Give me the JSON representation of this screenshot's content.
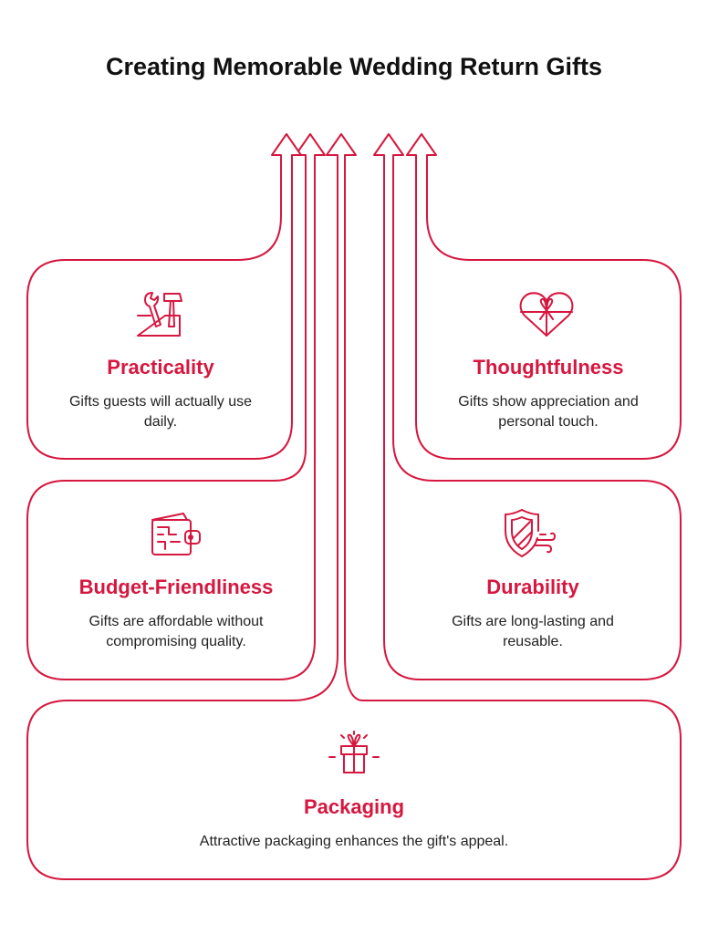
{
  "title": "Creating Memorable Wedding Return Gifts",
  "colors": {
    "accent": "#d6173f",
    "text": "#222222",
    "title": "#111111"
  },
  "cards": {
    "practicality": {
      "title": "Practicality",
      "description": "Gifts guests will actually use daily.",
      "icon": "tools-box-icon"
    },
    "thoughtfulness": {
      "title": "Thoughtfulness",
      "description": "Gifts show appreciation and personal touch.",
      "icon": "heart-gift-icon"
    },
    "budget": {
      "title": "Budget-Friendliness",
      "description": "Gifts are affordable without compromising quality.",
      "icon": "wallet-icon"
    },
    "durability": {
      "title": "Durability",
      "description": "Gifts are long-lasting and reusable.",
      "icon": "shield-wind-icon"
    },
    "packaging": {
      "title": "Packaging",
      "description": "Attractive packaging enhances the gift's appeal.",
      "icon": "gift-icon"
    }
  }
}
